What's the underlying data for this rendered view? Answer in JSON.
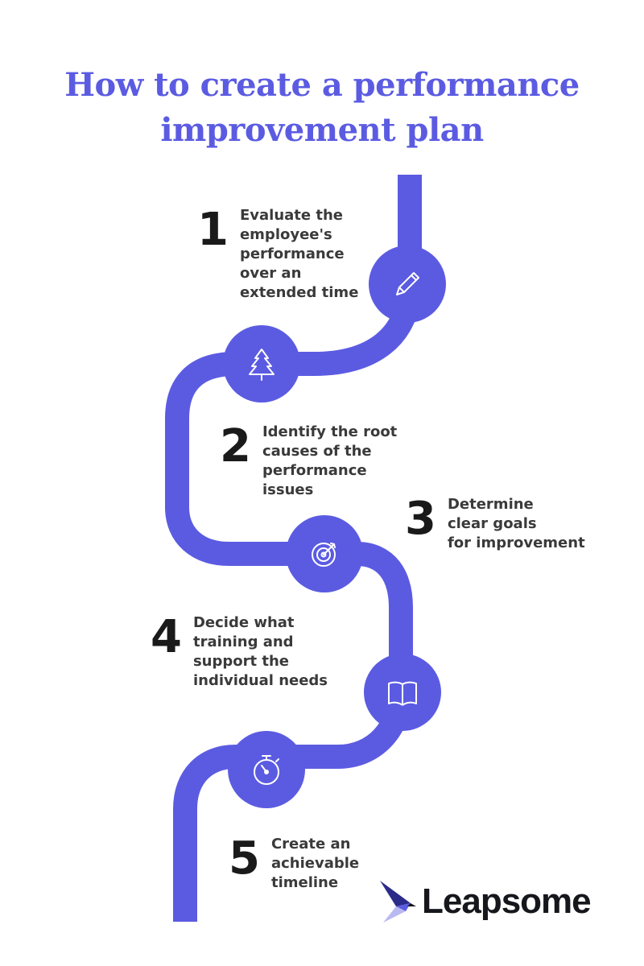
{
  "title": {
    "line1": "How to create a performance",
    "line2": "improvement plan"
  },
  "colors": {
    "accent": "#5b5be2",
    "text": "#3a3a3a",
    "number": "#1a1a1a"
  },
  "steps": [
    {
      "number": "1",
      "lines": [
        "Evaluate the",
        "employee's",
        "performance",
        "over an",
        "extended time"
      ],
      "icon": "pencil-icon"
    },
    {
      "number": "2",
      "lines": [
        "Identify the root",
        "causes of the",
        "performance",
        "issues"
      ],
      "icon": "tree-icon"
    },
    {
      "number": "3",
      "lines": [
        "Determine",
        "clear goals",
        "for improvement"
      ],
      "icon": "target-icon"
    },
    {
      "number": "4",
      "lines": [
        "Decide what",
        "training and",
        "support the",
        "individual needs"
      ],
      "icon": "book-icon"
    },
    {
      "number": "5",
      "lines": [
        "Create an",
        "achievable",
        "timeline"
      ],
      "icon": "stopwatch-icon"
    }
  ],
  "logo": {
    "text": "Leapsome",
    "icon": "leapsome-bird-icon"
  }
}
